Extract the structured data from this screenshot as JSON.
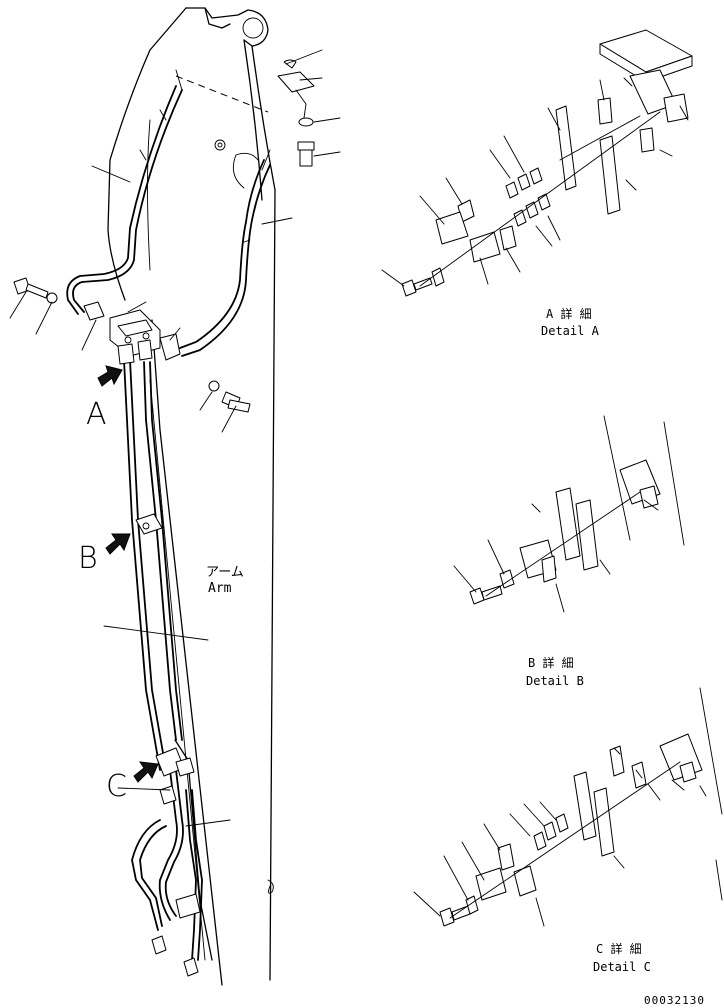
{
  "arm_label": {
    "jp": "アーム",
    "en": "Arm"
  },
  "view_arrows": [
    "A",
    "B",
    "C"
  ],
  "details": [
    {
      "jp": "A 詳 細",
      "en": "Detail A"
    },
    {
      "jp": "B 詳 細",
      "en": "Detail B"
    },
    {
      "jp": "C 詳 細",
      "en": "Detail C"
    }
  ],
  "drawing_number": "00032130"
}
